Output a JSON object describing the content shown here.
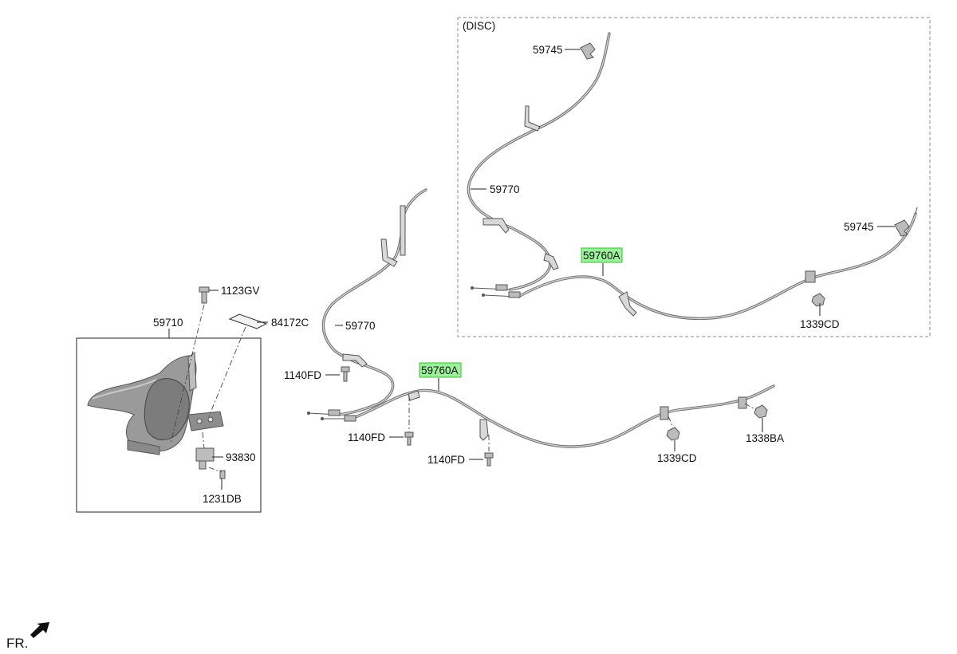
{
  "diagram": {
    "disc_group_label": "(DISC)",
    "front_indicator": "FR.",
    "parts": {
      "p59745_top": "59745",
      "p59770_disc": "59770",
      "p59745_right": "59745",
      "p59760A_disc": "59760A",
      "p1339CD_disc": "1339CD",
      "p1123GV": "1123GV",
      "p84172C": "84172C",
      "p59770_main": "59770",
      "p59710": "59710",
      "p1140FD_a": "1140FD",
      "p59760A_main": "59760A",
      "p1140FD_b": "1140FD",
      "p1140FD_c": "1140FD",
      "p1339CD_main": "1339CD",
      "p1338BA": "1338BA",
      "p93830": "93830",
      "p1231DB": "1231DB"
    },
    "highlight_color": "#9cf29a"
  }
}
